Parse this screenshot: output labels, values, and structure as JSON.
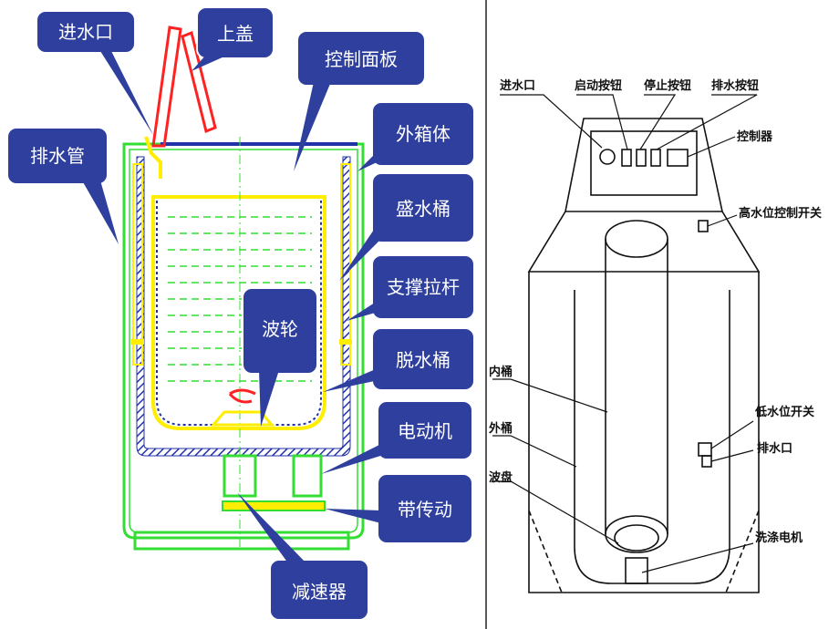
{
  "left_diagram": {
    "labels": {
      "inlet": "进水口",
      "lid": "上盖",
      "control_panel": "控制面板",
      "drain_pipe": "排水管",
      "outer_case": "外箱体",
      "water_tub": "盛水桶",
      "support_rod": "支撑拉杆",
      "pulsator": "波轮",
      "spin_tub": "脱水桶",
      "motor": "电动机",
      "belt_drive": "带传动",
      "reducer": "减速器"
    },
    "colors": {
      "callout_fill": "#2e3f9e",
      "outer_case": "#33dd33",
      "tub": "#ffee00",
      "lid": "#ff2222",
      "inner_dashes": "#33dd33",
      "hatch": "#2233aa"
    }
  },
  "right_diagram": {
    "labels": {
      "inlet": "进水口",
      "start_button": "启动按钮",
      "stop_button": "停止按钮",
      "drain_button": "排水按钮",
      "controller": "控制器",
      "high_level_switch": "高水位控制开关",
      "inner_tub": "内桶",
      "outer_tub": "外桶",
      "low_level_switch": "低水位开关",
      "drain_outlet": "排水口",
      "pulsator": "波盘",
      "wash_motor": "洗涤电机"
    }
  }
}
